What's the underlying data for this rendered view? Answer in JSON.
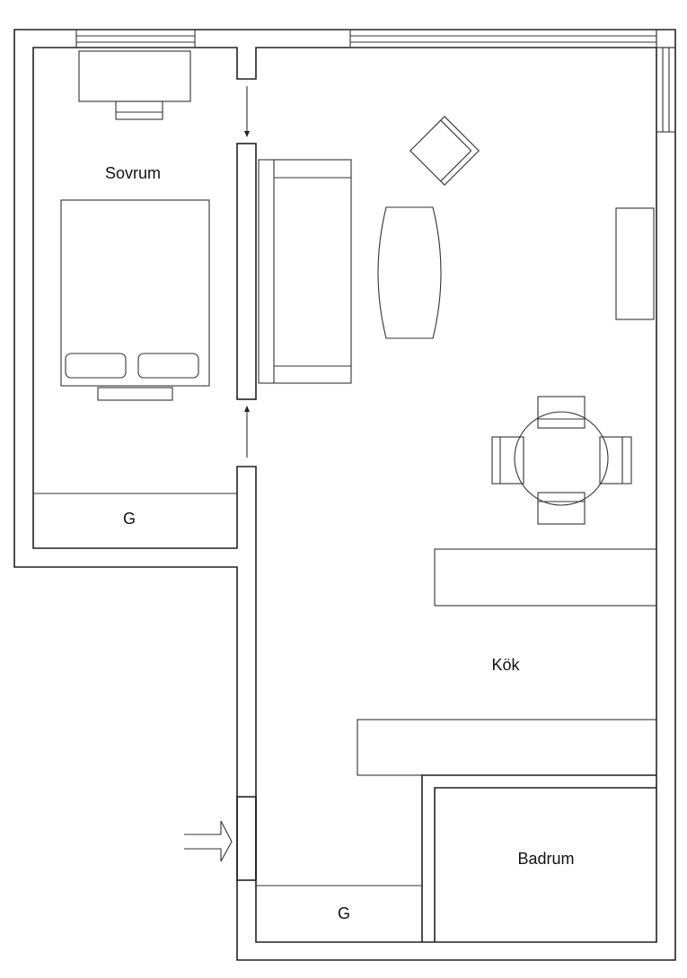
{
  "plan": {
    "rooms": {
      "bedroom": "Sovrum",
      "bedroom_closet": "G",
      "kitchen": "Kök",
      "bathroom": "Badrum",
      "hall_closet": "G"
    },
    "colors": {
      "line": "#222222",
      "background": "#ffffff"
    }
  }
}
